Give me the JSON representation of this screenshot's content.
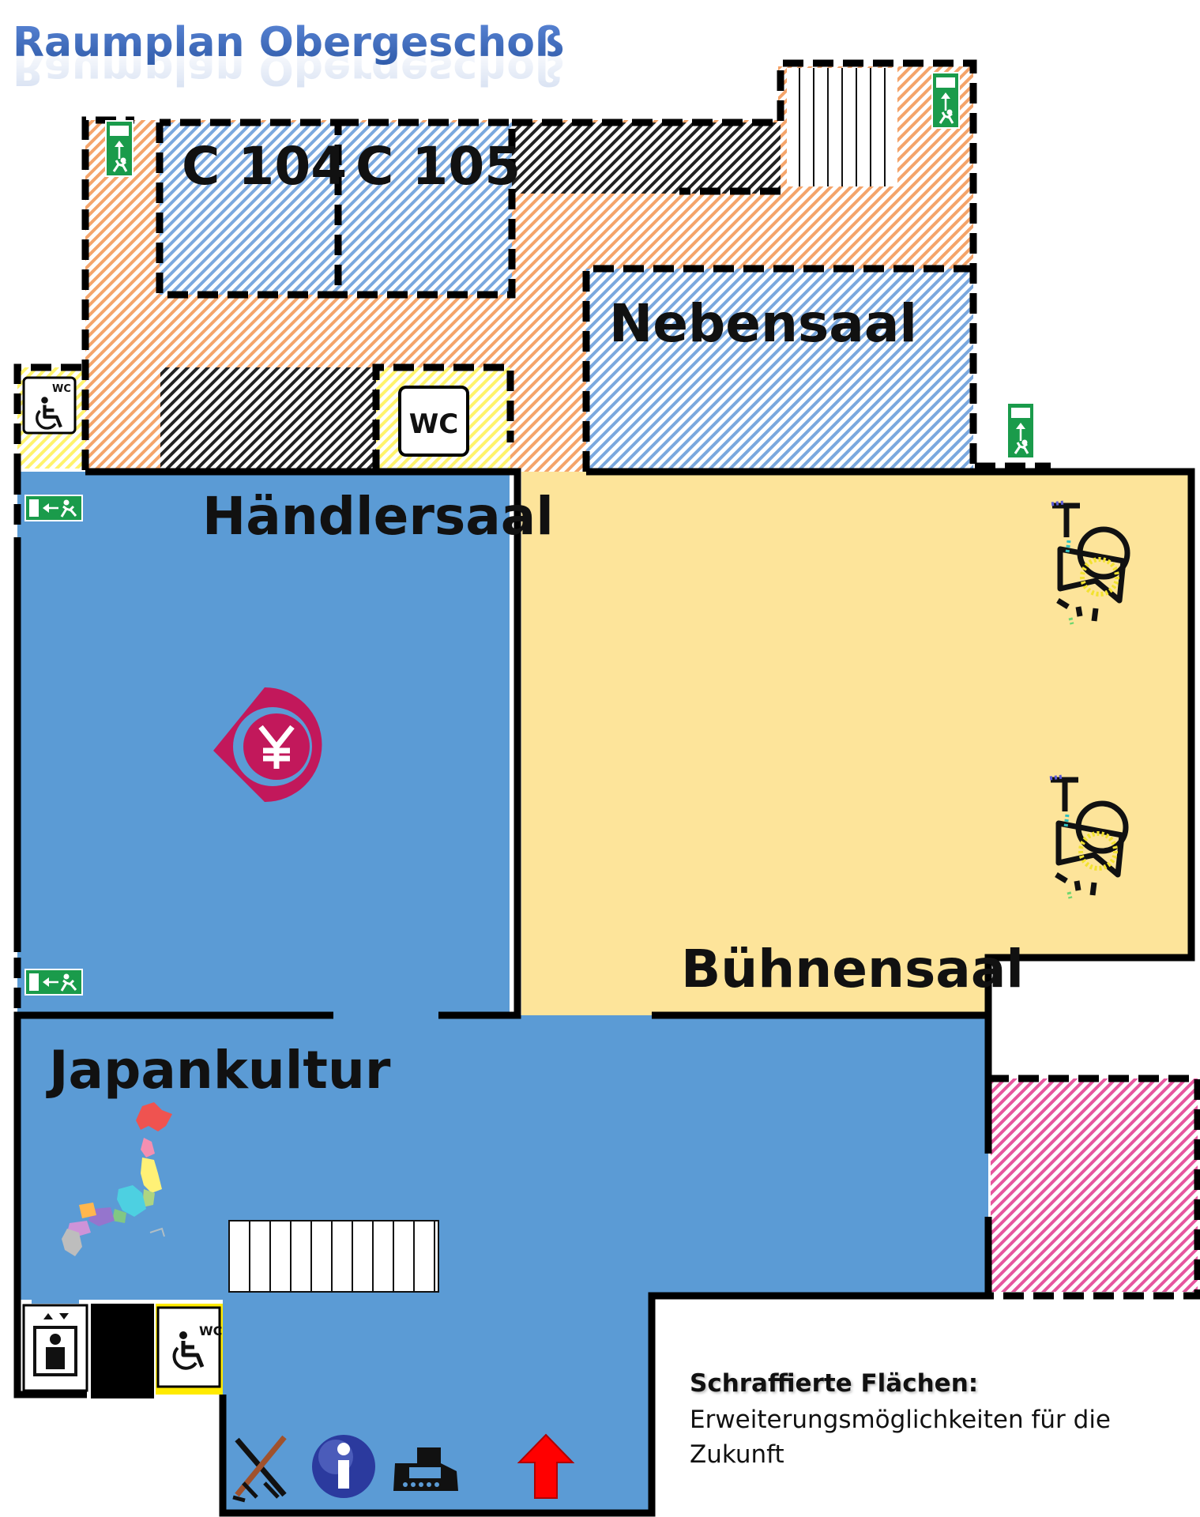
{
  "title": "Raumplan Obergeschoß",
  "rooms": {
    "c104": "C 104",
    "c105": "C 105",
    "nebensaal": "Nebensaal",
    "haendlersaal": "Händlersaal",
    "buehnensaal": "Bühnensaal",
    "japankultur": "Japankultur"
  },
  "wc_label": "WC",
  "wc_small": "WC",
  "legend": {
    "title": "Schraffierte Flächen:",
    "description": "Erweiterungsmöglichkeiten für die Zukunft"
  },
  "colors": {
    "room_blue": "#5b9bd5",
    "stage_yellow": "#fde49a",
    "hatch_orange": "#f4a46a",
    "hatch_blue": "#7aa8de",
    "hatch_black": "#222222",
    "hatch_yellow": "#fff36b",
    "hatch_pink": "#e6559e",
    "exit_green": "#1a9b4b",
    "title_blue": "#4472c4",
    "entrance_arrow": "#ff0000"
  },
  "icons": [
    "emergency-exit-sign-icon",
    "wheelchair-wc-icon",
    "wc-icon",
    "elevator-icon",
    "stage-spotlight-icon",
    "yen-currency-icon",
    "japan-map-icon",
    "crossed-swords-icon",
    "information-icon",
    "cash-register-icon",
    "entrance-arrow-icon"
  ]
}
